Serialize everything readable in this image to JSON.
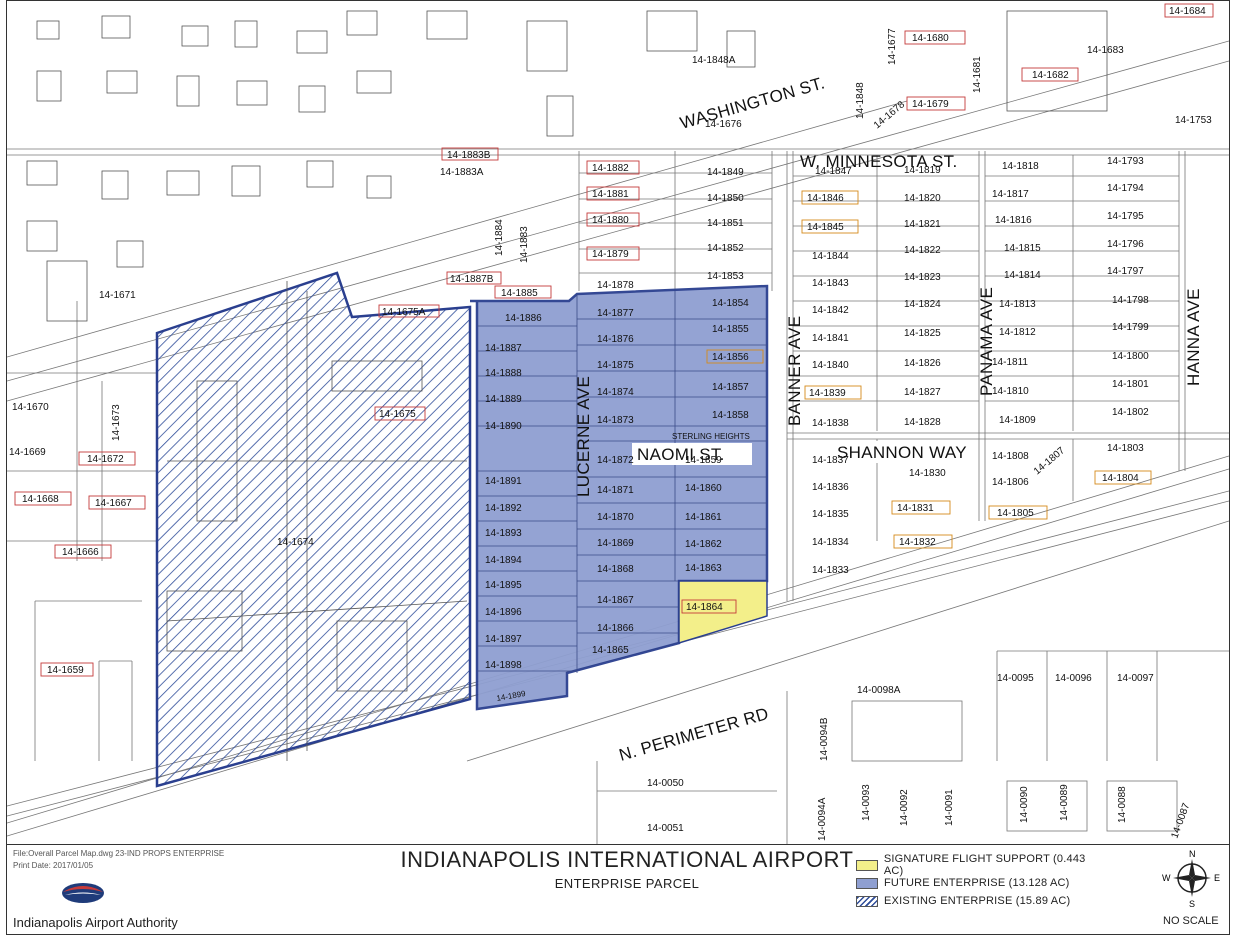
{
  "map": {
    "streets": {
      "washington": "WASHINGTON ST.",
      "minnesota": "W. MINNESOTA ST.",
      "lucerne": "LUCERNE AVE",
      "naomi": "NAOMI ST.",
      "sterling": "STERLING HEIGHTS",
      "banner": "BANNER AVE",
      "panama": "PANAMA AVE",
      "hanna": "HANNA AVE",
      "shannon": "SHANNON WAY",
      "perimeter": "N. PERIMETER RD"
    },
    "parcels": {
      "p1684": "14-1684",
      "p1683": "14-1683",
      "p1682": "14-1682",
      "p1680": "14-1680",
      "p1681": "14-1681",
      "p1677": "14-1677",
      "p1679": "14-1679",
      "p1678": "14-1678",
      "p1848a_top": "14-1848A",
      "p1848": "14-1848",
      "p1676": "14-1676",
      "p1753": "14-1753",
      "p1883b": "14-1883B",
      "p1883a": "14-1883A",
      "p1882": "14-1882",
      "p1881": "14-1881",
      "p1880": "14-1880",
      "p1879": "14-1879",
      "p1878": "14-1878",
      "p1884": "14-1884",
      "p1883": "14-1883",
      "p1887b": "14-1887B",
      "p1885": "14-1885",
      "p1675a": "14-1675A",
      "p1671": "14-1671",
      "p1849": "14-1849",
      "p1850": "14-1850",
      "p1851": "14-1851",
      "p1852": "14-1852",
      "p1853": "14-1853",
      "p1854": "14-1854",
      "p1855": "14-1855",
      "p1856": "14-1856",
      "p1857": "14-1857",
      "p1858": "14-1858",
      "p1859": "14-1859",
      "p1860": "14-1860",
      "p1861": "14-1861",
      "p1862": "14-1862",
      "p1863": "14-1863",
      "p1864": "14-1864",
      "p1865": "14-1865",
      "p1866": "14-1866",
      "p1867": "14-1867",
      "p1868": "14-1868",
      "p1869": "14-1869",
      "p1870": "14-1870",
      "p1871": "14-1871",
      "p1872": "14-1872",
      "p1873": "14-1873",
      "p1874": "14-1874",
      "p1875": "14-1875",
      "p1876": "14-1876",
      "p1877": "14-1877",
      "p1886": "14-1886",
      "p1887": "14-1887",
      "p1888": "14-1888",
      "p1889": "14-1889",
      "p1890": "14-1890",
      "p1891": "14-1891",
      "p1892": "14-1892",
      "p1893": "14-1893",
      "p1894": "14-1894",
      "p1895": "14-1895",
      "p1896": "14-1896",
      "p1897": "14-1897",
      "p1898": "14-1898",
      "p1899": "14-1899",
      "p1847": "14-1847",
      "p1846": "14-1846",
      "p1845": "14-1845",
      "p1844": "14-1844",
      "p1843": "14-1843",
      "p1842": "14-1842",
      "p1841": "14-1841",
      "p1840": "14-1840",
      "p1839": "14-1839",
      "p1838": "14-1838",
      "p1837": "14-1837",
      "p1836": "14-1836",
      "p1835": "14-1835",
      "p1834": "14-1834",
      "p1833": "14-1833",
      "p1819": "14-1819",
      "p1820": "14-1820",
      "p1821": "14-1821",
      "p1822": "14-1822",
      "p1823": "14-1823",
      "p1824": "14-1824",
      "p1825": "14-1825",
      "p1826": "14-1826",
      "p1827": "14-1827",
      "p1828": "14-1828",
      "p1830": "14-1830",
      "p1831": "14-1831",
      "p1832": "14-1832",
      "p1818": "14-1818",
      "p1817": "14-1817",
      "p1816": "14-1816",
      "p1815": "14-1815",
      "p1814": "14-1814",
      "p1813": "14-1813",
      "p1812": "14-1812",
      "p1811": "14-1811",
      "p1810": "14-1810",
      "p1809": "14-1809",
      "p1808": "14-1808",
      "p1807": "14-1807",
      "p1806": "14-1806",
      "p1805": "14-1805",
      "p1804": "14-1804",
      "p1803": "14-1803",
      "p1793": "14-1793",
      "p1794": "14-1794",
      "p1795": "14-1795",
      "p1796": "14-1796",
      "p1797": "14-1797",
      "p1798": "14-1798",
      "p1799": "14-1799",
      "p1800": "14-1800",
      "p1801": "14-1801",
      "p1802": "14-1802",
      "p1670": "14-1670",
      "p1669": "14-1669",
      "p1673": "14-1673",
      "p1672": "14-1672",
      "p1668": "14-1668",
      "p1667": "14-1667",
      "p1666": "14-1666",
      "p1659": "14-1659",
      "p1675": "14-1675",
      "p1674": "14-1674",
      "p0098a": "14-0098A",
      "p0095": "14-0095",
      "p0096": "14-0096",
      "p0097": "14-0097",
      "p0050": "14-0050",
      "p0051": "14-0051",
      "p0094b": "14-0094B",
      "p0094a": "14-0094A",
      "p0093": "14-0093",
      "p0092": "14-0092",
      "p0091": "14-0091",
      "p0090": "14-0090",
      "p0089": "14-0089",
      "p0088": "14-0088",
      "p0087": "14-0087"
    }
  },
  "titleblock": {
    "file": "File:Overall Parcel Map.dwg 23-IND PROPS ENTERPRISE",
    "print_date": "Print Date: 2017/01/05",
    "authority": "Indianapolis Airport Authority",
    "title": "INDIANAPOLIS INTERNATIONAL AIRPORT",
    "subtitle": "ENTERPRISE PARCEL",
    "no_scale": "NO SCALE",
    "compass": {
      "n": "N",
      "s": "S",
      "e": "E",
      "w": "W"
    }
  },
  "legend": [
    {
      "label": "SIGNATURE FLIGHT SUPPORT (0.443 AC)",
      "color": "#f3ef8a",
      "pattern": "solid"
    },
    {
      "label": "FUTURE ENTERPRISE (13.128 AC)",
      "color": "#8f9fd1",
      "pattern": "solid"
    },
    {
      "label": "EXISTING ENTERPRISE (15.89 AC)",
      "color": "#2f4d9a",
      "pattern": "hatch"
    }
  ],
  "colors": {
    "future": "#8f9fd1",
    "existing_hatch": "#2f4d9a",
    "signature": "#f3ef8a",
    "boundary": "#2a3f8f",
    "parcel_tag": "#c53a3a",
    "parcel_tag_alt": "#d48a1a"
  }
}
